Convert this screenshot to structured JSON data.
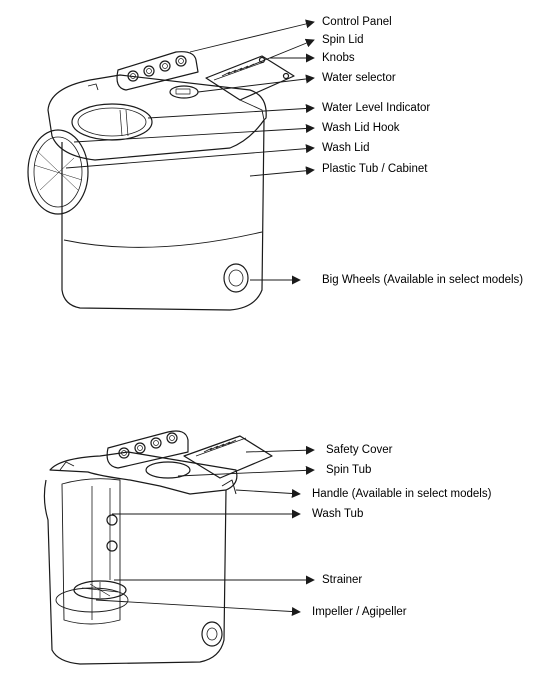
{
  "figure_top": {
    "labels": [
      "Control Panel",
      "Spin Lid",
      "Knobs",
      "Water selector",
      "Water Level Indicator",
      "Wash Lid Hook",
      "Wash Lid",
      "Plastic Tub / Cabinet",
      "Big Wheels (Available  in  select models)"
    ]
  },
  "figure_bottom": {
    "labels": [
      "Safety Cover",
      "Spin Tub",
      "Handle (Available  in  select models)",
      "Wash Tub",
      "Strainer",
      "Impeller / Agipeller"
    ]
  },
  "colors": {
    "line": "#1a1a1a",
    "background": "#ffffff"
  }
}
